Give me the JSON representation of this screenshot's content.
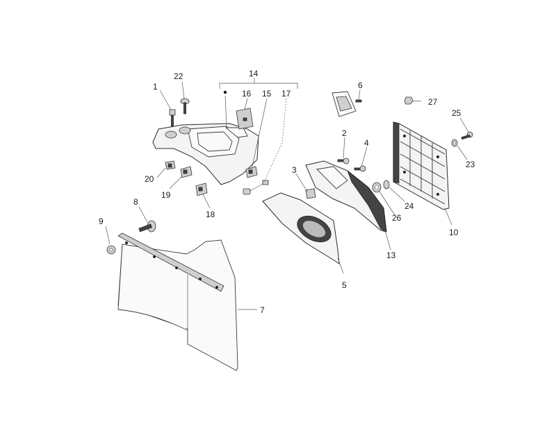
{
  "diagram": {
    "callouts": {
      "c1": "1",
      "c2": "2",
      "c3": "3",
      "c4": "4",
      "c5": "5",
      "c6": "6",
      "c7": "7",
      "c8": "8",
      "c9": "9",
      "c10": "10",
      "c13": "13",
      "c14": "14",
      "c15": "15",
      "c16": "16",
      "c17": "17",
      "c18": "18",
      "c19": "19",
      "c20": "20",
      "c22": "22",
      "c23": "23",
      "c24": "24",
      "c25": "25",
      "c26": "26",
      "c27": "27"
    }
  }
}
